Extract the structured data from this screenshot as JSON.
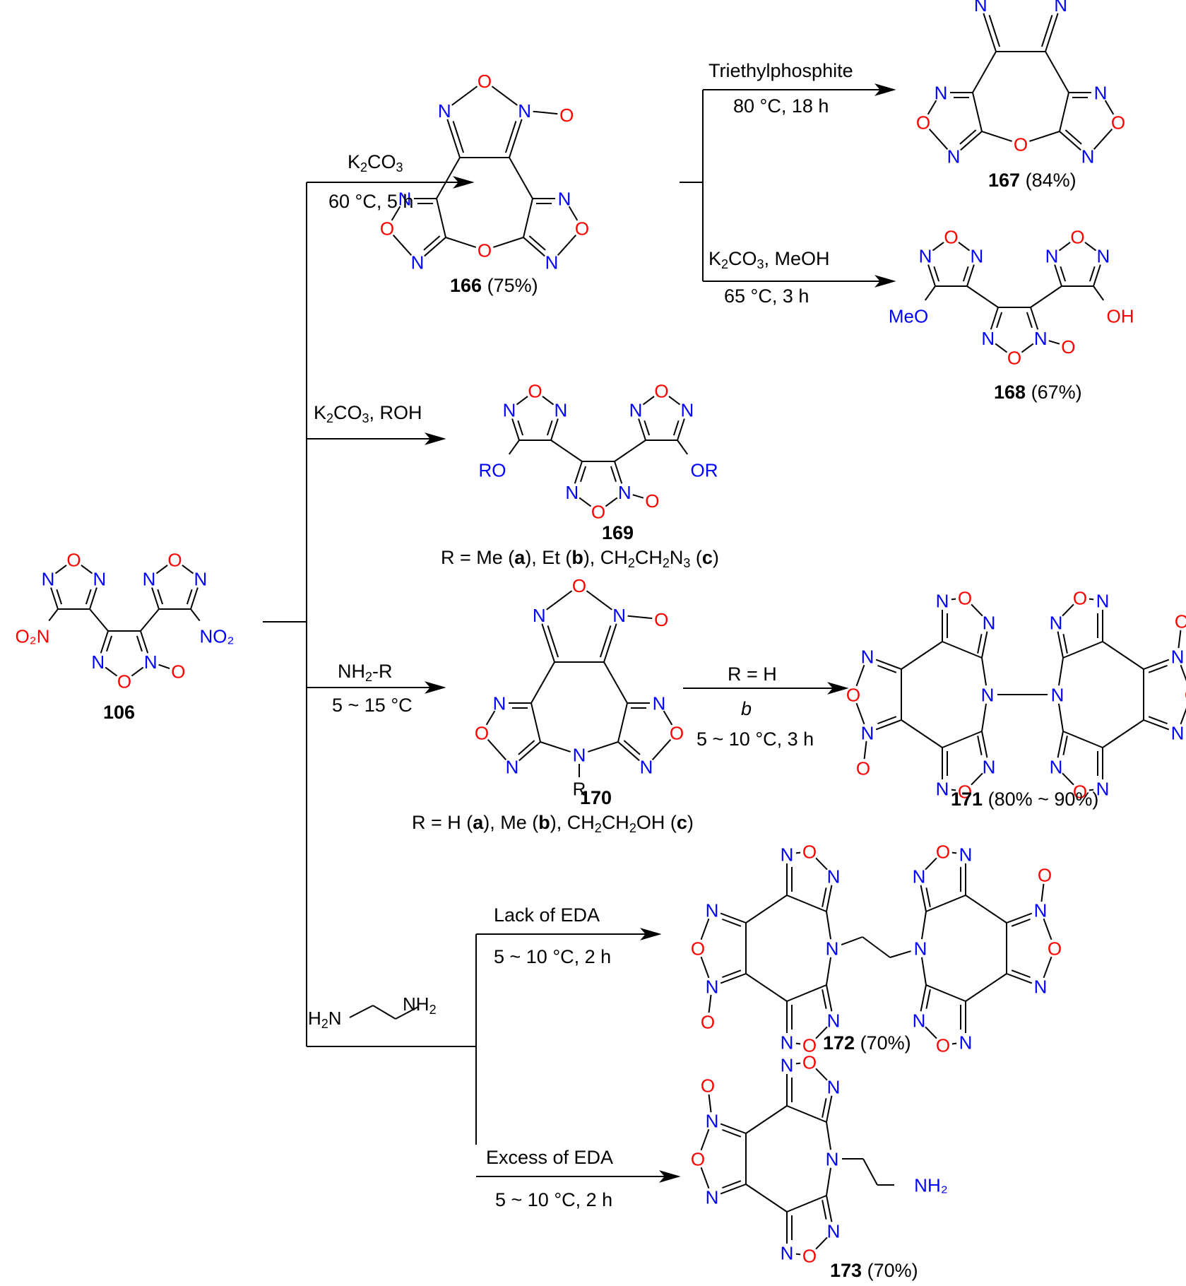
{
  "colors": {
    "nitrogen": "#0000ff",
    "oxygen": "#ff0000",
    "bond": "#000000",
    "text": "#000000"
  },
  "atoms": {
    "N": "N",
    "O": "O",
    "NO2_left": "O₂N",
    "NO2_right": "NO₂",
    "MeO": "MeO",
    "OH": "OH",
    "RO": "RO",
    "OR": "OR",
    "R": "R",
    "NH2": "NH₂",
    "H2N": "H₂N"
  },
  "compounds": {
    "c106": {
      "id": "106",
      "yield": ""
    },
    "c166": {
      "id": "166",
      "yield": "(75%)"
    },
    "c167": {
      "id": "167",
      "yield": "(84%)"
    },
    "c168": {
      "id": "168",
      "yield": "(67%)"
    },
    "c169": {
      "id": "169",
      "yield": "",
      "r_def_prefix": "R = Me (",
      "r_a": "a",
      "r_mid1": "), Et (",
      "r_b": "b",
      "r_mid2": "), CH",
      "r_sub1": "2",
      "r_mid3": "CH",
      "r_sub2": "2",
      "r_mid4": "N",
      "r_sub3": "3",
      "r_mid5": " (",
      "r_c": "c",
      "r_end": ")"
    },
    "c170": {
      "id": "170",
      "yield": "",
      "r_def_prefix": "R = H (",
      "r_a": "a",
      "r_mid1": "), Me (",
      "r_b": "b",
      "r_mid2": "), CH",
      "r_sub1": "2",
      "r_mid3": "CH",
      "r_sub2": "2",
      "r_mid4": "OH (",
      "r_c": "c",
      "r_end": ")"
    },
    "c171": {
      "id": "171",
      "yield": "(80% ~ 90%)"
    },
    "c172": {
      "id": "172",
      "yield": "(70%)"
    },
    "c173": {
      "id": "173",
      "yield": "(70%)"
    }
  },
  "reactions": {
    "r166": {
      "above_main": "K",
      "above_sub": "2",
      "above_rest": "CO",
      "above_sub2": "3",
      "below": "60 °C, 5 h"
    },
    "r167": {
      "above": "Triethylphosphite",
      "below": "80 °C, 18 h"
    },
    "r168": {
      "above_main": "K",
      "above_sub": "2",
      "above_rest": "CO",
      "above_sub2": "3",
      "above_tail": ", MeOH",
      "below": "65 °C, 3 h"
    },
    "r169": {
      "above_main": "K",
      "above_sub": "2",
      "above_rest": "CO",
      "above_sub2": "3",
      "above_tail": ", ROH",
      "below": ""
    },
    "r170": {
      "above_main": "NH",
      "above_sub": "2",
      "above_rest": "-R",
      "below": "5 ~ 15 °C"
    },
    "r171": {
      "above": "R = H",
      "middle": "b",
      "below": "5 ~ 10 °C, 3 h"
    },
    "reagent_eda": {
      "left": "H",
      "left_sub": "2",
      "left_n": "N",
      "right": "NH",
      "right_sub": "2"
    },
    "r172": {
      "above": "Lack of EDA",
      "below": "5 ~ 10 °C, 2 h"
    },
    "r173": {
      "above": "Excess of EDA",
      "below": "5 ~ 10 °C, 2 h"
    }
  }
}
